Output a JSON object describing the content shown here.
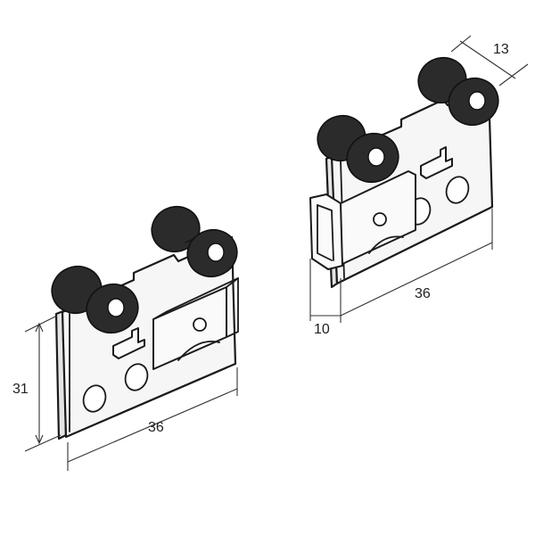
{
  "dimensions": {
    "left_height": "31",
    "left_width": "36",
    "right_depth": "13",
    "right_width": "36",
    "right_thickness": "10"
  },
  "colors": {
    "wheel": "#2b2b2b",
    "outline": "#1a1a1a",
    "plate": "#f6f6f6"
  }
}
